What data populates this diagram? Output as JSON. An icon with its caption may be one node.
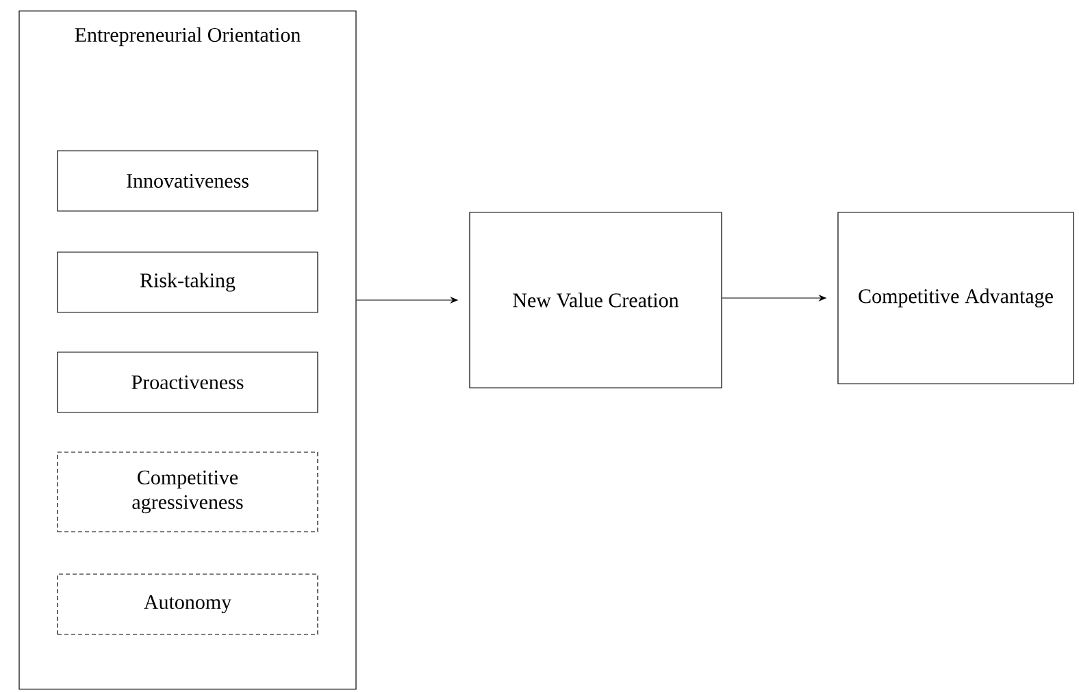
{
  "diagram": {
    "nodes": [
      {
        "text": [
          "Entrepreneurial Orientation"
        ]
      },
      {
        "text": [
          "Innovativeness"
        ],
        "in": 0
      },
      {
        "text": [
          "Risk-taking"
        ],
        "in": 0
      },
      {
        "text": [
          "Proactiveness"
        ],
        "in": 0
      },
      {
        "text": [
          "Competitive agressiveness"
        ],
        "in": 0
      },
      {
        "text": [
          "Autonomy"
        ],
        "in": 0
      },
      {
        "text": [
          "New Value Creation"
        ]
      },
      {
        "text": [
          "Competitive Advantage"
        ]
      }
    ],
    "edges": [
      {
        "from": 0,
        "to": 6,
        "arrow": "to"
      },
      {
        "from": 6,
        "to": 7,
        "arrow": "to"
      }
    ]
  }
}
